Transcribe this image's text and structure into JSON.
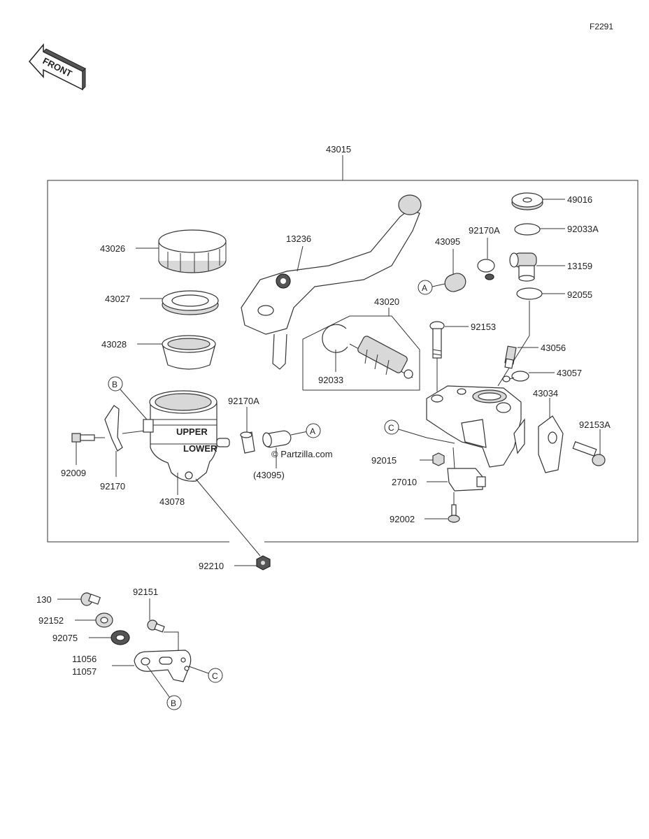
{
  "figure_code": "F2291",
  "front_label": "FRONT",
  "assembly_label": "43015",
  "sub_assembly_label": "43020",
  "watermark": "© Partzilla.com",
  "callouts": {
    "a": "A",
    "b": "B",
    "c": "C"
  },
  "parts": {
    "p43026": "43026",
    "p43027": "43027",
    "p43028": "43028",
    "p13236": "13236",
    "p43095": "43095",
    "p92170A": "92170A",
    "p49016": "49016",
    "p92033A": "92033A",
    "p13159": "13159",
    "p92055": "92055",
    "p92153": "92153",
    "p43056": "43056",
    "p43057": "43057",
    "p43034": "43034",
    "p92153A": "92153A",
    "p92033": "92033",
    "p92170A_b": "92170A",
    "p43095_paren": "(43095)",
    "p92009": "92009",
    "p92170": "92170",
    "p43078": "43078",
    "p92015": "92015",
    "p27010": "27010",
    "p92002": "92002",
    "p92210": "92210",
    "p130": "130",
    "p92151": "92151",
    "p92152": "92152",
    "p92075": "92075",
    "p11056": "11056",
    "p11057": "11057"
  },
  "reservoir_text": {
    "upper": "UPPER",
    "lower": "LOWER"
  },
  "colors": {
    "line": "#333333",
    "shade": "#d8d8d8",
    "background": "#ffffff"
  }
}
